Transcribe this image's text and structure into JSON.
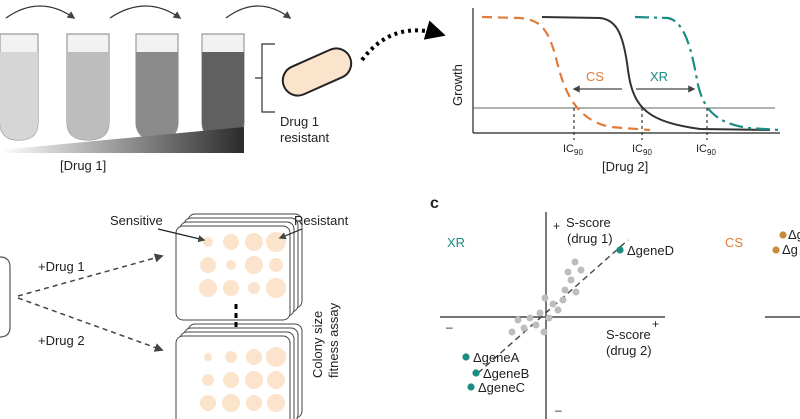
{
  "panel_a": {
    "drug1_axis": "[Drug 1]",
    "strain_label": "Drug 1\nresistant",
    "y_axis": "Growth",
    "x_axis": "[Drug 2]",
    "ic": "IC",
    "ic_sub": "90",
    "cs_label": "CS",
    "xr_label": "XR",
    "colors": {
      "cs": "#e07b39",
      "xr": "#1a8c82",
      "wt": "#333333",
      "cell_fill": "#fbe3cc"
    }
  },
  "panel_b": {
    "sensitive": "Sensitive",
    "resistant": "Resistant",
    "drug1": "+Drug 1",
    "drug2": "+Drug 2",
    "assay": [
      "Colony size",
      "fitness assay"
    ]
  },
  "panel_c": {
    "letter": "c",
    "xr": "XR",
    "cs": "CS",
    "y_axis": [
      "S-score",
      "(drug 1)"
    ],
    "x_axis": [
      "S-score",
      "(drug 2)"
    ],
    "plus": "+",
    "minus": "–",
    "genes": [
      "ΔgeneA",
      "ΔgeneB",
      "ΔgeneC",
      "ΔgeneD"
    ],
    "cut_gene": "Δg"
  }
}
